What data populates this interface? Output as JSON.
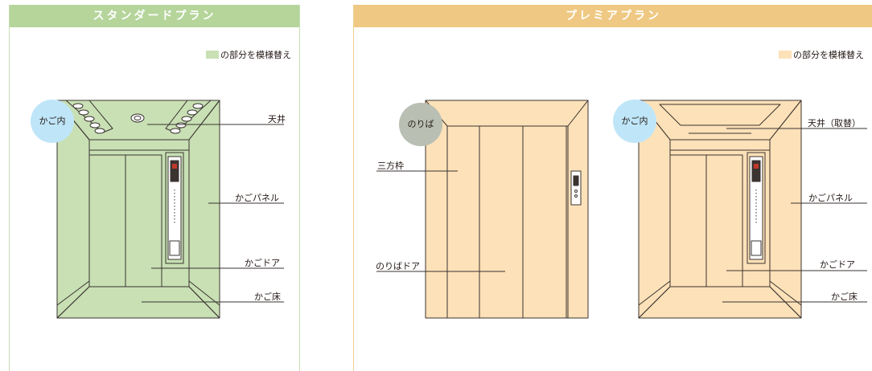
{
  "standard": {
    "title": "スタンダードプラン",
    "legend": "の部分を模様替え",
    "badge": "かご内",
    "labels": {
      "ceiling": "天井",
      "panel": "かごパネル",
      "door": "かごドア",
      "floor": "かご床"
    },
    "colors": {
      "header": "#b5d59b",
      "fill": "#c8e0b4"
    }
  },
  "premium": {
    "title": "プレミアプラン",
    "legend": "の部分を模様替え",
    "landing": {
      "badge": "のりば",
      "labels": {
        "frame": "三方枠",
        "door": "のりばドア"
      }
    },
    "car": {
      "badge": "かご内",
      "labels": {
        "ceiling": "天井（取替）",
        "panel": "かごパネル",
        "door": "かごドア",
        "floor": "かご床"
      }
    },
    "colors": {
      "header": "#efc983",
      "fill": "#fde1b8"
    }
  }
}
